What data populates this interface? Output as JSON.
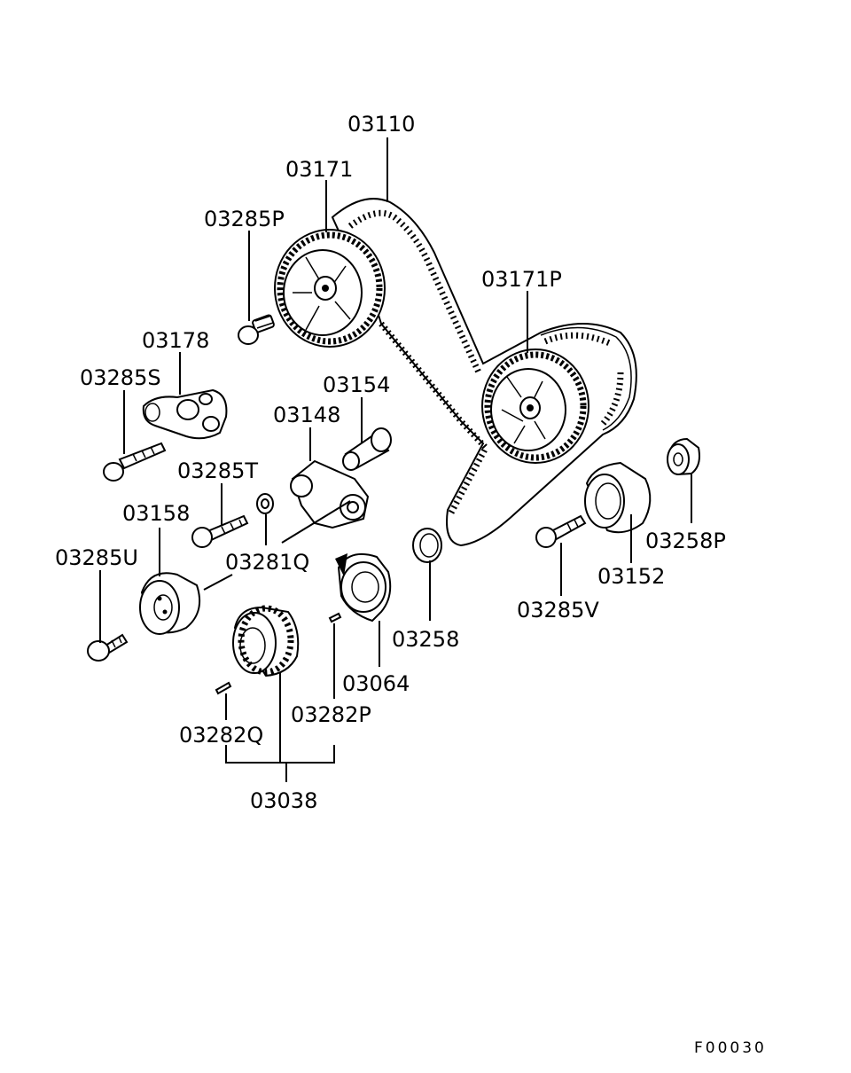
{
  "diagram": {
    "drawing_code": "F00030",
    "labels": {
      "belt": "03110",
      "cam_sprocket_left": "03171",
      "cam_sprocket_right": "03171P",
      "bolt_p": "03285P",
      "bolt_s": "03285S",
      "bolt_t": "03285T",
      "bolt_u": "03285U",
      "bolt_v": "03285V",
      "bracket": "03178",
      "tensioner_arm": "03148",
      "collar": "03154",
      "tensioner_pulley": "03158",
      "washer": "03281Q",
      "idler_pulley": "03152",
      "spacer": "03258P",
      "flange": "03258",
      "crank_sprocket_plate": "03064",
      "key_p": "03282P",
      "key_q": "03282Q",
      "crank_sprocket_set": "03038"
    }
  }
}
